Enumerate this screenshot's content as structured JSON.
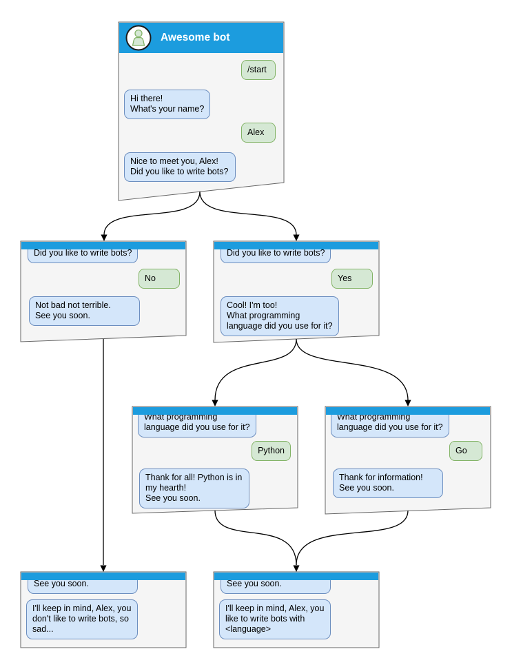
{
  "colors": {
    "header_blue": "#1c9cde",
    "window_fill": "#f5f5f5",
    "window_border": "#666666",
    "bot_bubble_fill": "#d4e6fa",
    "bot_bubble_border": "#6c8ebf",
    "user_bubble_fill": "#d5e8d4",
    "user_bubble_border": "#82b366",
    "arrow": "#000000",
    "title_text": "#ffffff"
  },
  "chat": {
    "main": {
      "title": "Awesome bot",
      "avatar_icon": "person-icon",
      "start_command": "/start",
      "ask_name": "Hi there!\nWhat's your name?",
      "user_name": "Alex",
      "ask_bots": "Nice to meet you, Alex!\nDid you like to write bots?"
    },
    "no_branch": {
      "question": "Did you like to write bots?",
      "answer": "No",
      "reply": "Not bad not terrible.\nSee you soon."
    },
    "yes_branch": {
      "question": "Did you like to write bots?",
      "answer": "Yes",
      "reply": "Cool! I'm too!\nWhat programming\nlanguage did you use for it?"
    },
    "python_branch": {
      "question": "What programming\nlanguage did you use for it?",
      "answer": "Python",
      "reply": "Thank for all! Python is in\nmy hearth!\nSee you soon."
    },
    "go_branch": {
      "question": "What programming\nlanguage did you use for it?",
      "answer": "Go",
      "reply": "Thank for information!\nSee you soon."
    },
    "end_no": {
      "question": "See you soon.",
      "reply": "I'll keep in mind, Alex, you\ndon't like to write bots, so\nsad..."
    },
    "end_yes": {
      "question": "See you soon.",
      "reply": "I'll keep in mind, Alex, you\nlike to write bots with\n<language>"
    }
  }
}
